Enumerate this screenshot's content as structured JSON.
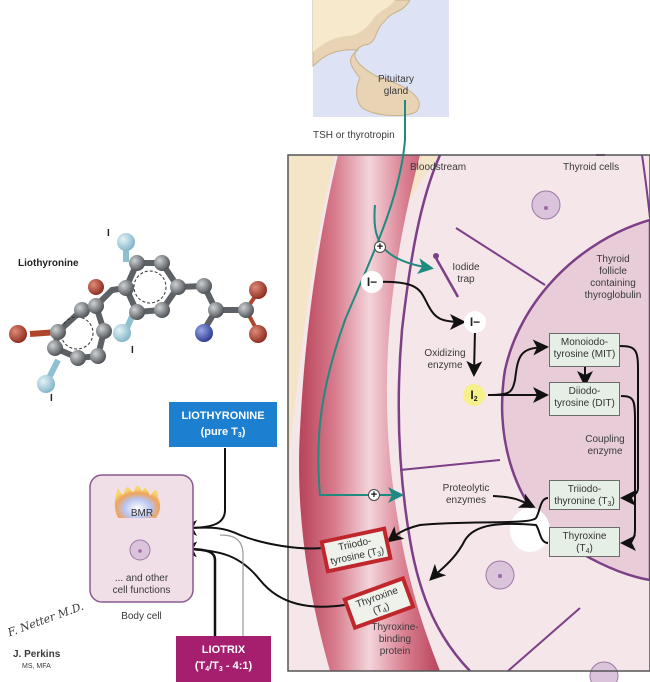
{
  "pituitary": {
    "label_line1": "Pituitary",
    "label_line2": "gland"
  },
  "tsh_label": "TSH or thyrotropin",
  "bloodstream_label": "Bloodstream",
  "thyroid_cells_label": "Thyroid cells",
  "iodide_trap": {
    "line1": "Iodide",
    "line2": "trap"
  },
  "follicle": {
    "line1": "Thyroid",
    "line2": "follicle",
    "line3": "containing",
    "line4": "thyroglobulin"
  },
  "iodide_ion": "I−",
  "iodide_ion_intracellular": "I−",
  "oxidizing_enzyme": {
    "line1": "Oxidizing",
    "line2": "enzyme"
  },
  "iodine": {
    "symbol": "I",
    "subscript": "2"
  },
  "mit": {
    "line1": "Monoiodo-",
    "line2": "tyrosine (MIT)"
  },
  "dit": {
    "line1": "Diiodo-",
    "line2": "tyrosine (DIT)"
  },
  "coupling_enzyme": {
    "line1": "Coupling",
    "line2": "enzyme"
  },
  "proteolytic": {
    "line1": "Proteolytic",
    "line2": "enzymes"
  },
  "t3_thyroid": {
    "line1": "Triiodo-",
    "line2": "thyronine (T",
    "sub": "3",
    "close": ")"
  },
  "t4_thyroid": {
    "line1": "Thyroxine",
    "line2": "(T",
    "sub": "4",
    "close": ")"
  },
  "t3_blood": {
    "line1": "Triiodo-",
    "line2": "tyrosine (T",
    "sub": "3",
    "close": ")"
  },
  "t4_blood": {
    "line1": "Thyroxine",
    "line2": "(T",
    "sub": "4",
    "close": ")"
  },
  "tbp": {
    "line1": "Thyroxine-",
    "line2": "binding",
    "line3": "protein"
  },
  "stimulation_symbol": "+",
  "molecule": {
    "title": "Liothyronine",
    "iodine_label": "I"
  },
  "liothyronine_drug": {
    "line1": "LIOTHYRONINE",
    "line2": "(pure T",
    "sub": "3",
    "close": ")",
    "color": "#1d7fcf"
  },
  "liotrix_drug": {
    "line1": "LIOTRIX",
    "line2a": "(T",
    "sub1": "4",
    "line2b": "/T",
    "sub2": "3",
    "line2c": " - 4:1)",
    "color": "#a51f6e"
  },
  "body_cell": {
    "bmr": "BMR",
    "other_line1": "... and other",
    "other_line2": "cell functions",
    "caption": "Body cell"
  },
  "signature": {
    "artist": "F. Netter M.D.",
    "name": "J. Perkins",
    "credentials": "MS, MFA"
  },
  "colors": {
    "teal": "#1f8a80",
    "vessel": "#c8566a",
    "cell_bg": "#f5e6ea",
    "follicle": "#e8cdd8",
    "membrane": "#7d3f86",
    "tan": "#f4e4c8",
    "pituitary_bg": "#dde3f5",
    "redbox": "#c0272d"
  }
}
